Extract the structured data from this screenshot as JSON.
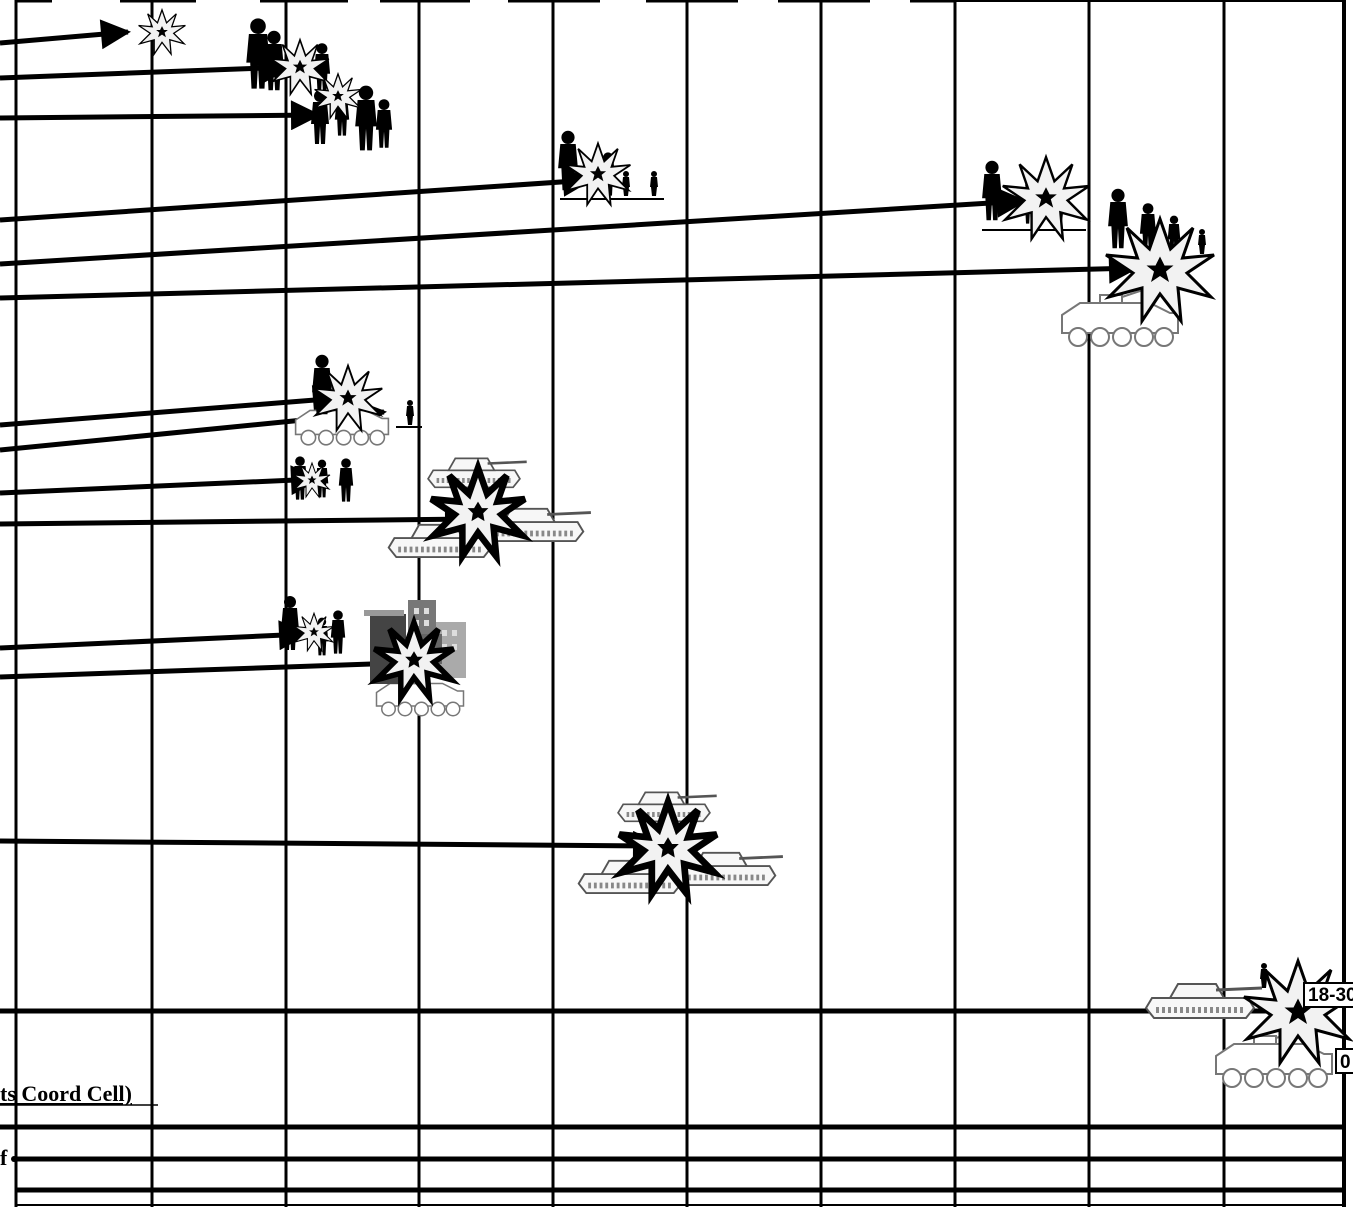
{
  "labels": {
    "left_partial_1": "ts Coord Cell)",
    "left_partial_2": "f",
    "right_box_1": "18-30",
    "right_box_2": "0"
  },
  "icons": [
    "soldier-silhouette-icon",
    "explosion-burst-icon",
    "armored-personnel-carrier-icon",
    "tank-icon",
    "buildings-icon"
  ],
  "colors": {
    "line": "#000000",
    "burst_fill": "#f2f2f2",
    "background": "#ffffff"
  }
}
